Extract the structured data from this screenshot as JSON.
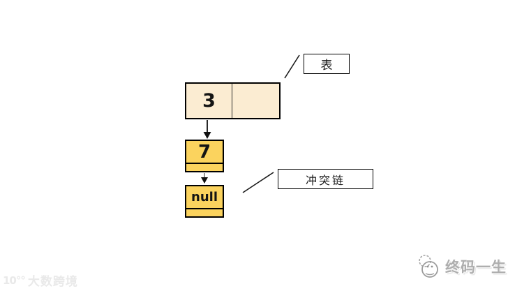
{
  "diagram": {
    "table_node": {
      "key": "3",
      "pointer": ""
    },
    "table_label": "表",
    "chain_label": "冲突链",
    "chain_nodes": [
      {
        "value": "7"
      },
      {
        "value": "null"
      }
    ]
  },
  "watermarks": {
    "bottom_left_logo": "10°°",
    "bottom_left": "大数跨境",
    "bottom_right": "终码一生"
  },
  "colors": {
    "bucket_fill": "#fbecd2",
    "node_fill": "#fbd35e",
    "border": "#000000",
    "watermark_left": "#e9e9e9",
    "watermark_right": "#aeaeae"
  }
}
